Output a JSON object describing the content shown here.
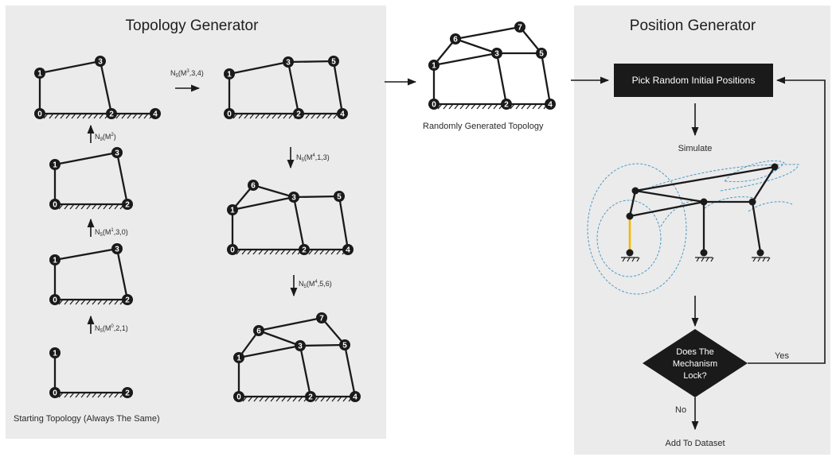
{
  "topology_panel": {
    "title": "Topology Generator",
    "start_caption": "Starting Topology (Always The Same)",
    "operations": [
      {
        "base": "N",
        "sub": "5",
        "args": "(M",
        "sup": "0",
        "rest": ",2,1)"
      },
      {
        "base": "N",
        "sub": "5",
        "args": "(M",
        "sup": "1",
        "rest": ",3,0)"
      },
      {
        "base": "N",
        "sub": "9",
        "args": "(M",
        "sup": "2",
        "rest": ")"
      },
      {
        "base": "N",
        "sub": "5",
        "args": "(M",
        "sup": "3",
        "rest": ",3,4)"
      },
      {
        "base": "N",
        "sub": "5",
        "args": "(M",
        "sup": "4",
        "rest": ",1,3)"
      },
      {
        "base": "N",
        "sub": "5",
        "args": "(M",
        "sup": "4",
        "rest": ",5,6)"
      }
    ]
  },
  "middle": {
    "caption": "Randomly Generated Topology"
  },
  "position_panel": {
    "title": "Position Generator",
    "step_pick": "Pick Random Initial Positions",
    "step_simulate": "Simulate",
    "decision_lines": [
      "Does The",
      "Mechanism",
      "Lock?"
    ],
    "yes_label": "Yes",
    "no_label": "No",
    "final_step": "Add To Dataset"
  },
  "node_labels": [
    "0",
    "1",
    "2",
    "3",
    "4",
    "5",
    "6",
    "7"
  ],
  "colors": {
    "panel": "#ebebeb",
    "ink": "#1a1a1a",
    "trace": "#4a9bc8",
    "highlight_link": "#f2b800"
  }
}
